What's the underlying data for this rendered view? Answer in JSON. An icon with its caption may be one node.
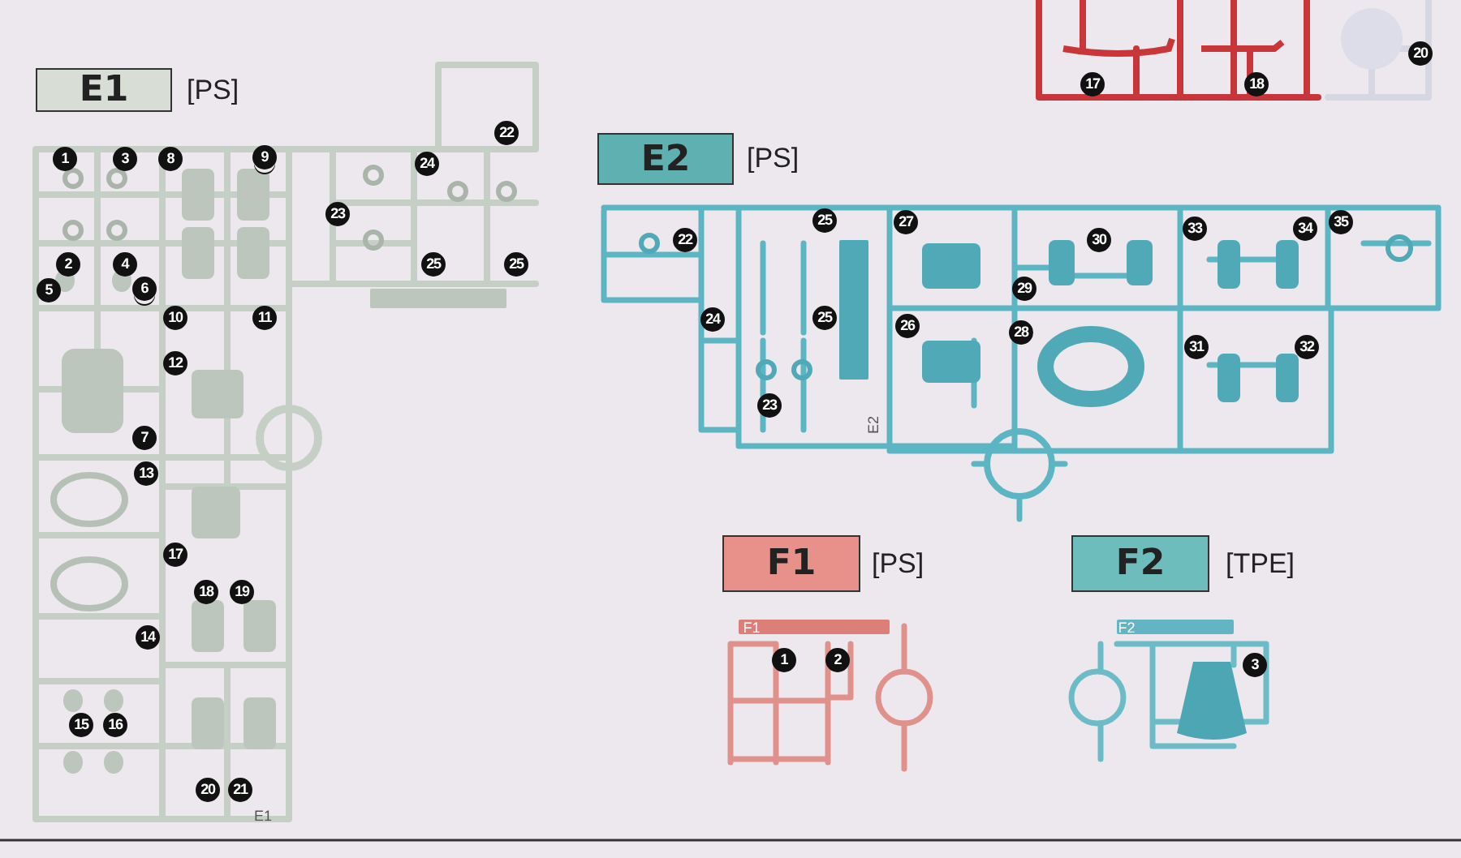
{
  "diagram": {
    "nodes": [
      {
        "text": [
          "E1"
        ],
        "beside": [
          "[PS]"
        ]
      },
      {
        "text": [
          "E2"
        ],
        "beside": [
          "[PS]"
        ]
      },
      {
        "text": [
          "F1"
        ],
        "beside": [
          "[PS]"
        ]
      },
      {
        "text": [
          "F2"
        ],
        "beside": [
          "[TPE]"
        ]
      }
    ],
    "labels": [
      "17",
      "18",
      "20",
      "1",
      "3",
      "8",
      "9",
      "22",
      "24",
      "23",
      "2",
      "4",
      "25",
      "25",
      "5",
      "6",
      "10",
      "11",
      "12",
      "7",
      "13",
      "17",
      "18",
      "19",
      "14",
      "15",
      "16",
      "20",
      "21",
      "E1",
      "22",
      "25",
      "27",
      "30",
      "33",
      "34",
      "35",
      "29",
      "24",
      "25",
      "26",
      "28",
      "31",
      "32",
      "23",
      "E2",
      "F1",
      "1",
      "2",
      "F2",
      "3"
    ]
  }
}
